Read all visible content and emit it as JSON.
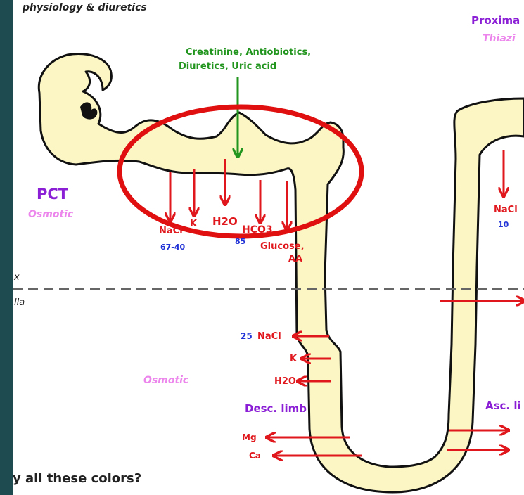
{
  "header": {
    "title": "physiology & diuretics",
    "proximal": "Proxima",
    "thiazide": "Thiazi"
  },
  "green_label": {
    "line1": "Creatinine, Antiobiotics,",
    "line2": "Diuretics, Uric acid"
  },
  "pct": {
    "title": "PCT",
    "subtitle": "Osmotic"
  },
  "pct_arrows": {
    "nacl": "NaCl",
    "nacl_value": "67-40",
    "k": "K",
    "h2o": "H2O",
    "hco3": "HCO3",
    "hco3_value": "85",
    "glucose": "Glucose,",
    "aa": "AA"
  },
  "dct": {
    "nacl": "NaCl",
    "value": "10"
  },
  "zones": {
    "cortex": "x",
    "medulla": "lla"
  },
  "desc_limb": {
    "nacl_value": "25",
    "nacl": "NaCl",
    "k": "K",
    "h2o": "H2O",
    "osmotic": "Osmotic",
    "title": "Desc. limb",
    "mg": "Mg",
    "ca": "Ca"
  },
  "asc_limb": {
    "title": "Asc. li"
  },
  "footer": {
    "question": "y all these colors?"
  },
  "colors": {
    "tubule": "#fbf6c4",
    "arrow": "#e0181d",
    "highlight": "#e01010",
    "green": "#22951f",
    "purple": "#8b1fd6",
    "pink": "#ec86ec",
    "blue": "#2133d6"
  }
}
